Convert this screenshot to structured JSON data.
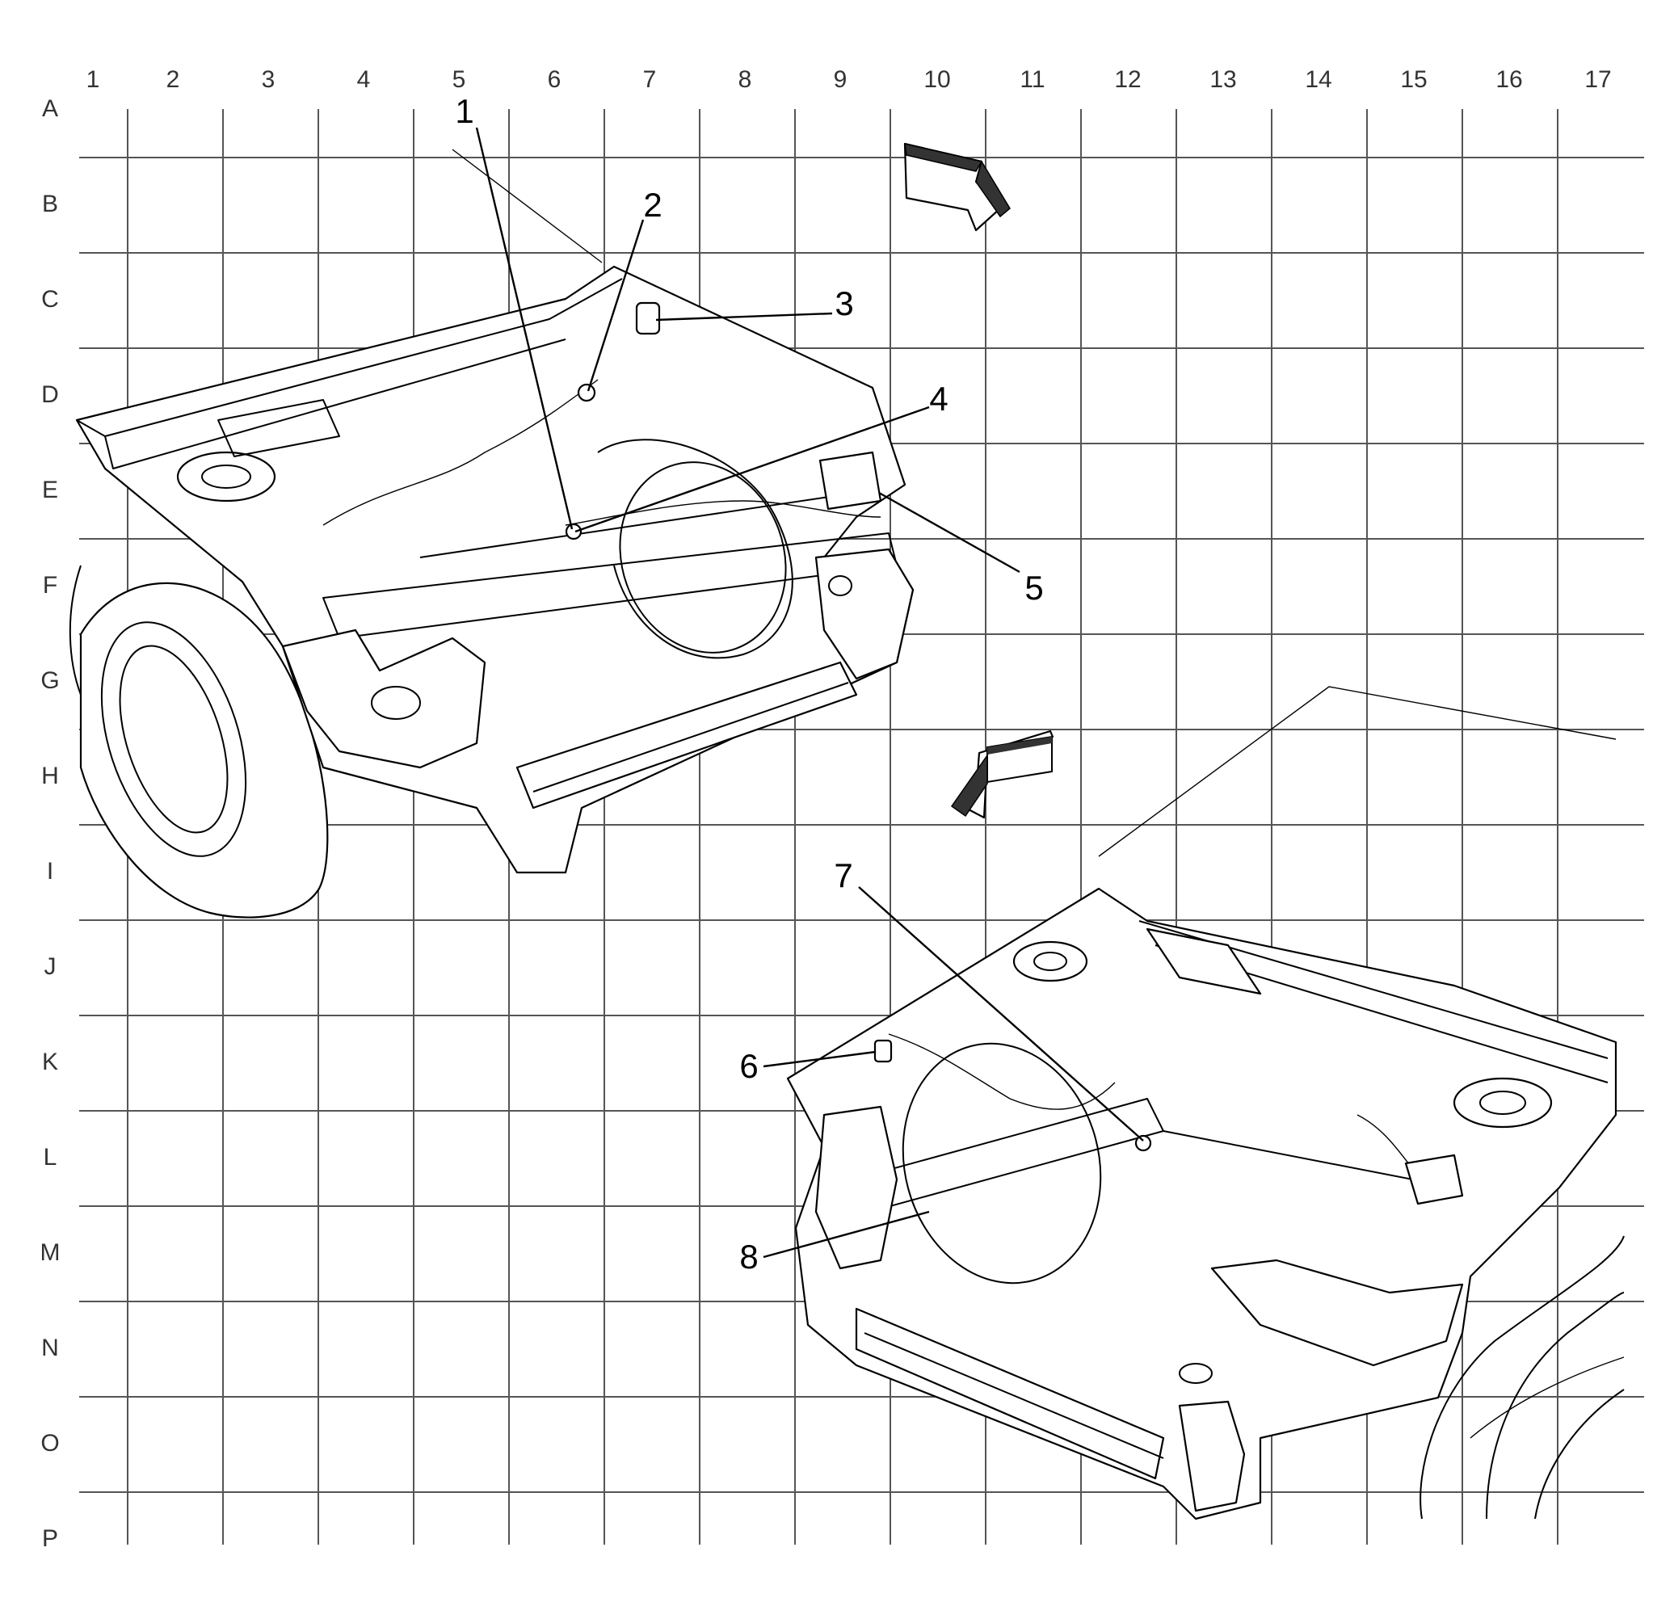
{
  "grid": {
    "columns": [
      "1",
      "2",
      "3",
      "4",
      "5",
      "6",
      "7",
      "8",
      "9",
      "10",
      "11",
      "12",
      "13",
      "14",
      "15",
      "16",
      "17"
    ],
    "rows": [
      "A",
      "B",
      "C",
      "D",
      "E",
      "F",
      "G",
      "H",
      "I",
      "J",
      "K",
      "L",
      "M",
      "N",
      "O",
      "P"
    ]
  },
  "callouts": [
    "1",
    "2",
    "3",
    "4",
    "5",
    "6",
    "7",
    "8"
  ],
  "direction_arrows": [
    "arrow-right-icon",
    "arrow-left-icon"
  ]
}
